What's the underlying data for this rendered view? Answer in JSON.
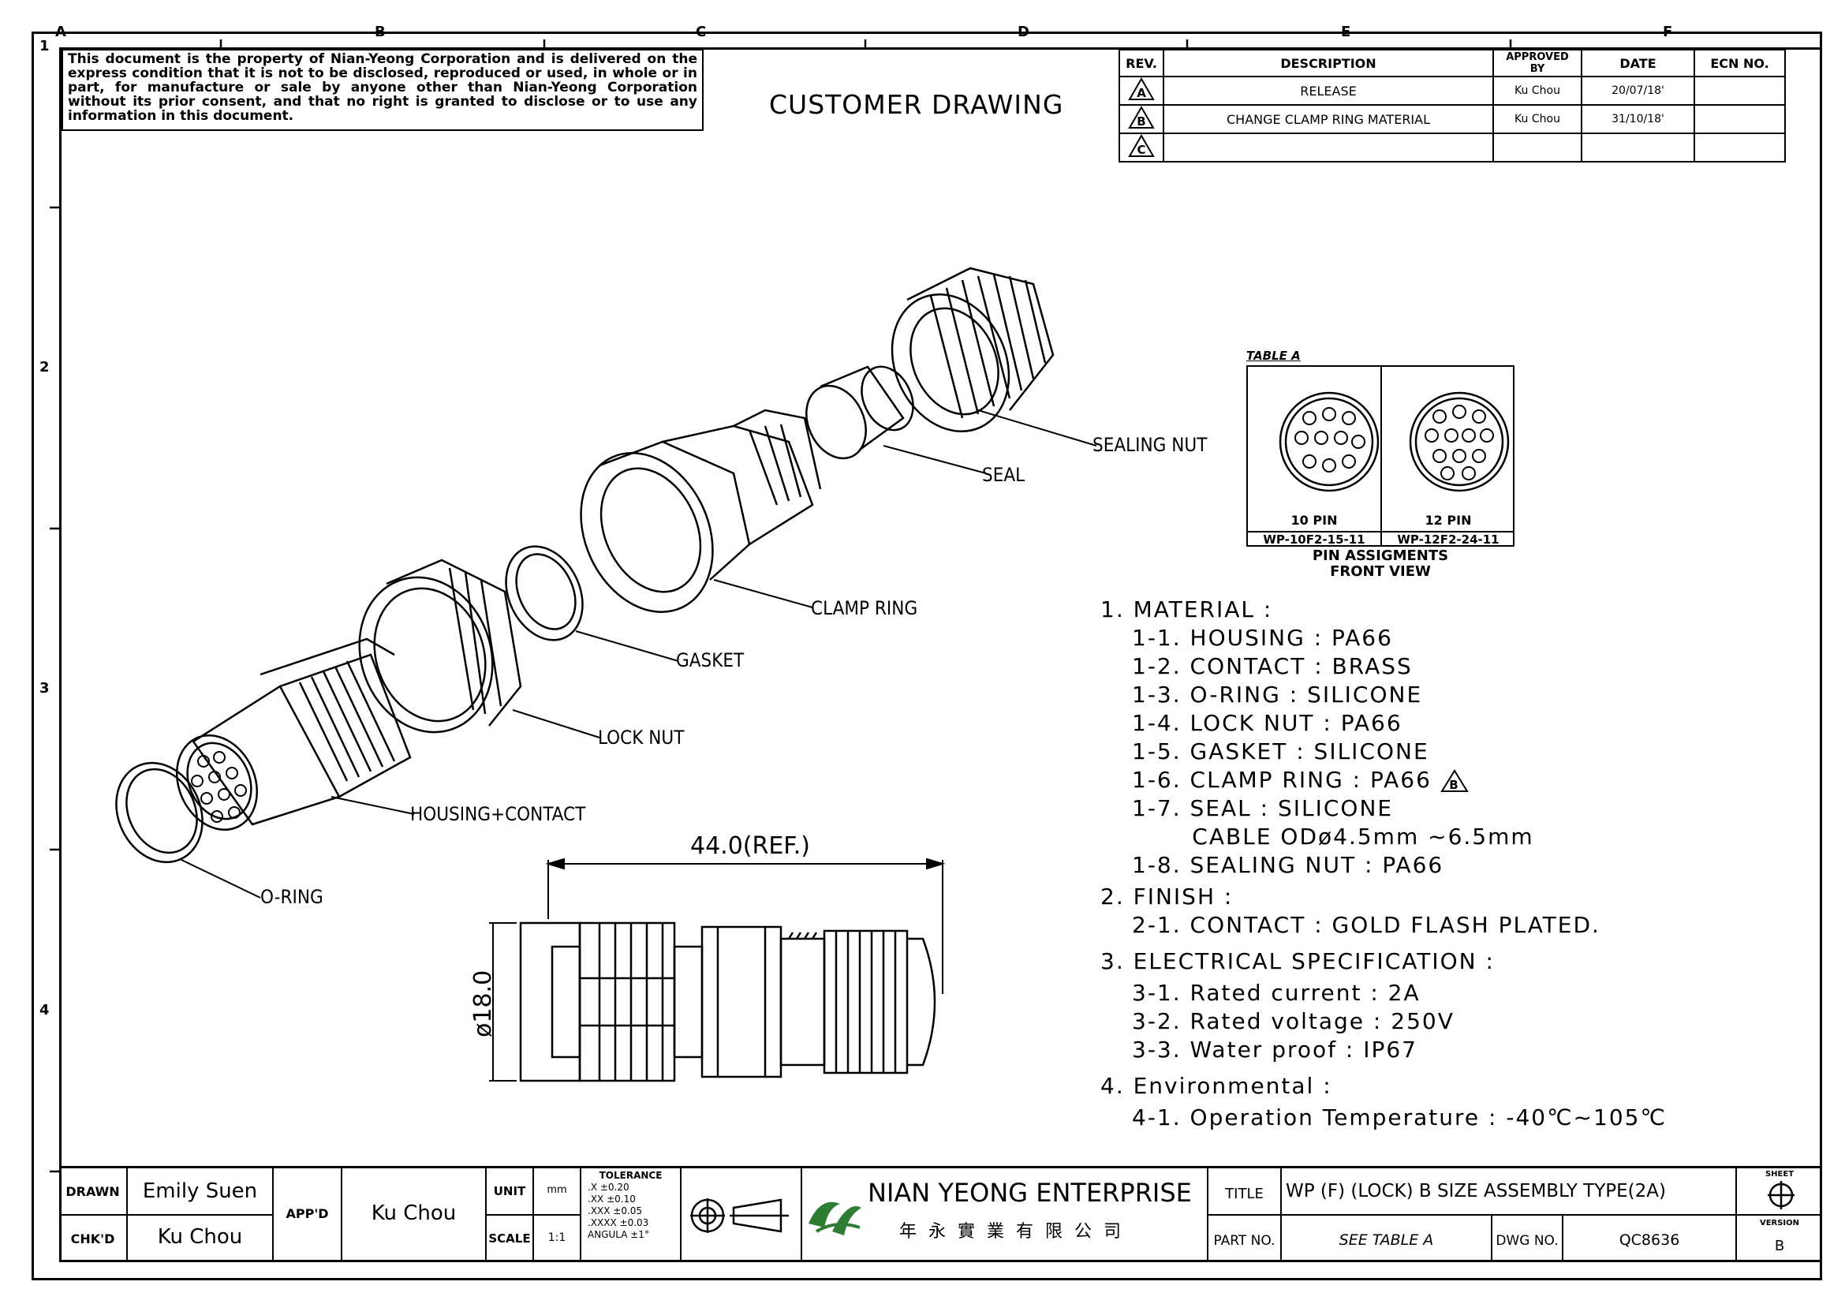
{
  "zones_top": [
    "A",
    "B",
    "C",
    "D",
    "E",
    "F"
  ],
  "zones_side": [
    "1",
    "2",
    "3",
    "4"
  ],
  "disclaimer": "This document is the property of Nian-Yeong Corporation and is delivered on the express condition that it is not to be disclosed, reproduced or used, in whole or in part, for manufacture or sale by anyone other than Nian-Yeong Corporation without its prior consent, and that no right is granted to disclose or to use any information in this document.",
  "drawing_title": "CUSTOMER DRAWING",
  "revision_table": {
    "headers": {
      "rev": "REV.",
      "description": "DESCRIPTION",
      "approved": "APPROVED BY",
      "date": "DATE",
      "ecn": "ECN NO."
    },
    "rows": [
      {
        "rev": "A",
        "description": "RELEASE",
        "approved": "Ku Chou",
        "date": "20/07/18'",
        "ecn": ""
      },
      {
        "rev": "B",
        "description": "CHANGE CLAMP RING MATERIAL",
        "approved": "Ku Chou",
        "date": "31/10/18'",
        "ecn": ""
      },
      {
        "rev": "C",
        "description": "",
        "approved": "",
        "date": "",
        "ecn": ""
      }
    ]
  },
  "parts": {
    "sealing_nut": "SEALING NUT",
    "seal": "SEAL",
    "clamp_ring": "CLAMP RING",
    "gasket": "GASKET",
    "lock_nut": "LOCK NUT",
    "housing_contact": "HOUSING+CONTACT",
    "o_ring": "O-RING"
  },
  "pin_table": {
    "title": "TABLE A",
    "cells": [
      {
        "pins": "10 PIN",
        "part": "WP-10F2-15-11"
      },
      {
        "pins": "12 PIN",
        "part": "WP-12F2-24-11"
      }
    ],
    "caption1": "PIN ASSIGMENTS",
    "caption2": "FRONT VIEW"
  },
  "dimensions": {
    "length": "44.0(REF.)",
    "diameter": "ø18.0"
  },
  "spec_lines": [
    "1. MATERIAL :",
    "  1-1. HOUSING : PA66",
    "  1-2. CONTACT : BRASS",
    "  1-3. O-RING : SILICONE",
    "  1-4. LOCK NUT : PA66",
    "  1-5. GASKET : SILICONE",
    "  1-6. CLAMP RING : PA66",
    "  1-7. SEAL : SILICONE",
    "       CABLE ODø4.5mm ~6.5mm",
    "  1-8. SEALING NUT : PA66",
    "2. FINISH :",
    "  2-1. CONTACT : GOLD FLASH PLATED.",
    "3. ELECTRICAL SPECIFICATION :",
    "  3-1. Rated current : 2A",
    "  3-2. Rated voltage : 250V",
    "  3-3. Water proof : IP67",
    "4. Environmental :",
    "  4-1. Operation Temperature : -40℃~105℃"
  ],
  "spec_rev_mark": "B",
  "title_block": {
    "drawn_label": "DRAWN",
    "drawn_value": "Emily Suen",
    "chkd_label": "CHK'D",
    "chkd_value": "Ku Chou",
    "appd_label": "APP'D",
    "appd_value": "Ku Chou",
    "unit_label": "UNIT",
    "unit_value": "mm",
    "scale_label": "SCALE",
    "scale_value": "1:1",
    "tolerance_title": "TOLERANCE",
    "tolerance_rows": [
      ".X ±0.20",
      ".XX ±0.10",
      ".XXX ±0.05",
      ".XXXX ±0.03",
      "ANGULA ±1°"
    ],
    "company_name": "NIAN YEONG ENTERPRISE",
    "company_chinese": "年 永 實 業 有 限 公 司",
    "title_label": "TITLE",
    "title_value": "WP (F) (LOCK) B SIZE ASSEMBLY TYPE(2A)",
    "part_label": "PART NO.",
    "part_value": "SEE TABLE A",
    "dwg_label": "DWG NO.",
    "dwg_value": "QC8636",
    "sheet_label": "SHEET",
    "version_label": "VERSION",
    "version_value": "B"
  },
  "colors": {
    "logo_green": "#2e7d32",
    "line": "#000000"
  }
}
